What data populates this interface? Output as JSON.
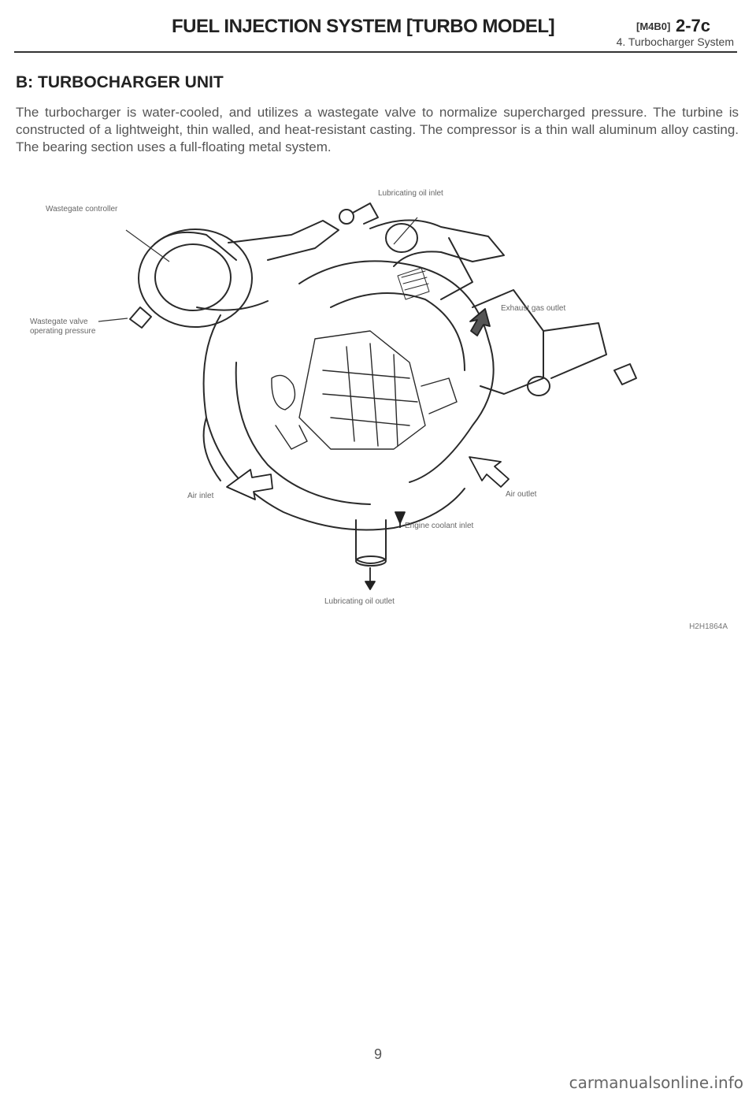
{
  "header": {
    "section_title": "FUEL INJECTION SYSTEM [TURBO MODEL]",
    "code": "[M4B0]",
    "page_ref": "2-7c",
    "subsection": "4. Turbocharger System"
  },
  "content": {
    "heading": "B: TURBOCHARGER UNIT",
    "body": "The turbocharger is water-cooled, and utilizes a wastegate valve to normalize supercharged pressure. The turbine is constructed of a lightweight, thin walled, and heat-resistant casting. The compressor is a thin wall aluminum alloy casting. The bearing section uses a full-floating metal system."
  },
  "figure": {
    "labels": {
      "wastegate_controller": "Wastegate controller",
      "lubricating_oil_inlet": "Lubricating oil inlet",
      "exhaust_gas_outlet": "Exhaust gas outlet",
      "wastegate_valve_line1": "Wastegate valve",
      "wastegate_valve_line2": "operating pressure",
      "air_inlet": "Air inlet",
      "air_outlet": "Air outlet",
      "engine_coolant_inlet": "Engine coolant inlet",
      "lubricating_oil_outlet": "Lubricating oil outlet"
    },
    "figure_id": "H2H1864A"
  },
  "footer": {
    "page_number": "9",
    "watermark": "carmanualsonline.info"
  }
}
